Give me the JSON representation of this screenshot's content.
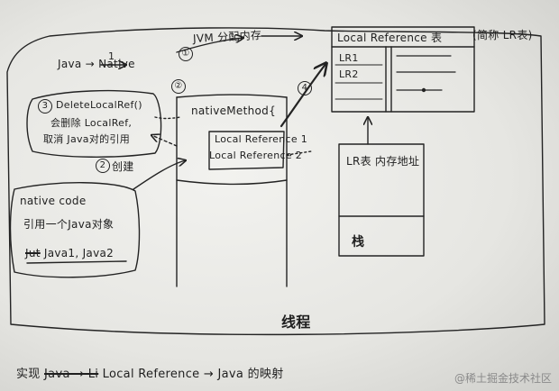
{
  "labels": {
    "java_native": "Java → Native",
    "step1": "1",
    "jvm_alloc": "JVM 分配内存",
    "step4": "4",
    "local_reference_table": "Local Reference 表",
    "lr_table_note": "(简称 LR表)",
    "lr1": "LR1",
    "lr2": "LR2",
    "step3": "3",
    "delete_local_ref": "DeleteLocalRef()",
    "delete_line2": "会删除 LocalRef,",
    "delete_line3": "取消 Java对的引用",
    "step2": "2",
    "create": "创建",
    "native_method": "nativeMethod{",
    "local_ref1": "Local Reference 1",
    "local_ref2": "Local Reference 2",
    "lr_mem_addr": "LR表 内存地址",
    "native_code": "native code",
    "native_code_line2": "引用一个Java对象",
    "native_code_line3": "Java1, Java2",
    "native_code_struck": "Jut",
    "stack": "栈",
    "thread": "线程",
    "bottom_prefix": "实现",
    "bottom_struck": "Java → Li",
    "bottom_rest": "Local Reference → Java 的映射",
    "watermark": "@稀土掘金技术社区"
  }
}
